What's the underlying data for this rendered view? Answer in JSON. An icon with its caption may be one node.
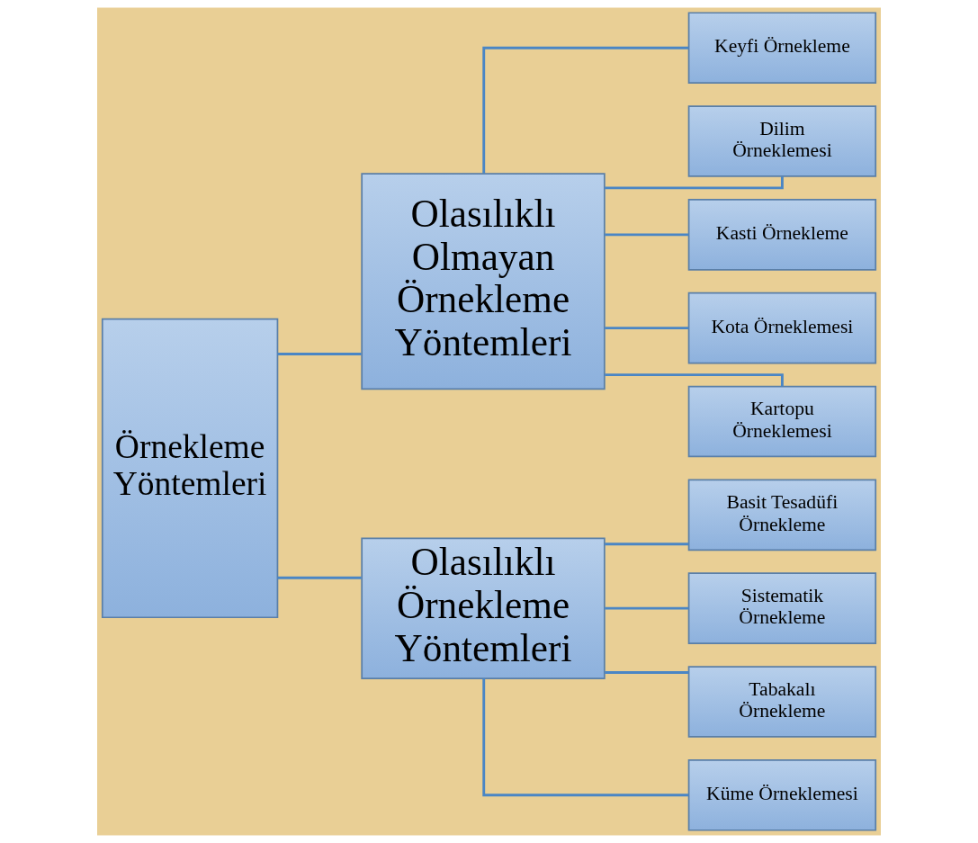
{
  "diagram": {
    "nodes": [
      {
        "text": [
          "Örnekleme Yöntemleri"
        ]
      },
      {
        "text": [
          "Olasılıklı Olmayan Örnekleme Yöntemleri"
        ]
      },
      {
        "text": [
          "Olasılıklı Örnekleme Yöntemleri"
        ]
      },
      {
        "text": [
          "Keyfi Örnekleme"
        ]
      },
      {
        "text": [
          "Dilim Örneklemesi"
        ]
      },
      {
        "text": [
          "Kasti Örnekleme"
        ]
      },
      {
        "text": [
          "Kota Örneklemesi"
        ]
      },
      {
        "text": [
          "Kartopu Örneklemesi"
        ]
      },
      {
        "text": [
          "Basit Tesadüfi Örnekleme"
        ]
      },
      {
        "text": [
          "Sistematik Örnekleme"
        ]
      },
      {
        "text": [
          "Tabakalı Örnekleme"
        ]
      },
      {
        "text": [
          "Küme Örneklemesi"
        ]
      }
    ],
    "edges": [
      {
        "from": 0,
        "to": 1,
        "arrow": "none"
      },
      {
        "from": 0,
        "to": 2,
        "arrow": "none"
      },
      {
        "from": 1,
        "to": 3,
        "arrow": "none"
      },
      {
        "from": 1,
        "to": 4,
        "arrow": "none"
      },
      {
        "from": 1,
        "to": 5,
        "arrow": "none"
      },
      {
        "from": 1,
        "to": 6,
        "arrow": "none"
      },
      {
        "from": 1,
        "to": 7,
        "arrow": "none"
      },
      {
        "from": 2,
        "to": 8,
        "arrow": "none"
      },
      {
        "from": 2,
        "to": 9,
        "arrow": "none"
      },
      {
        "from": 2,
        "to": 10,
        "arrow": "none"
      },
      {
        "from": 2,
        "to": 11,
        "arrow": "none"
      }
    ]
  }
}
